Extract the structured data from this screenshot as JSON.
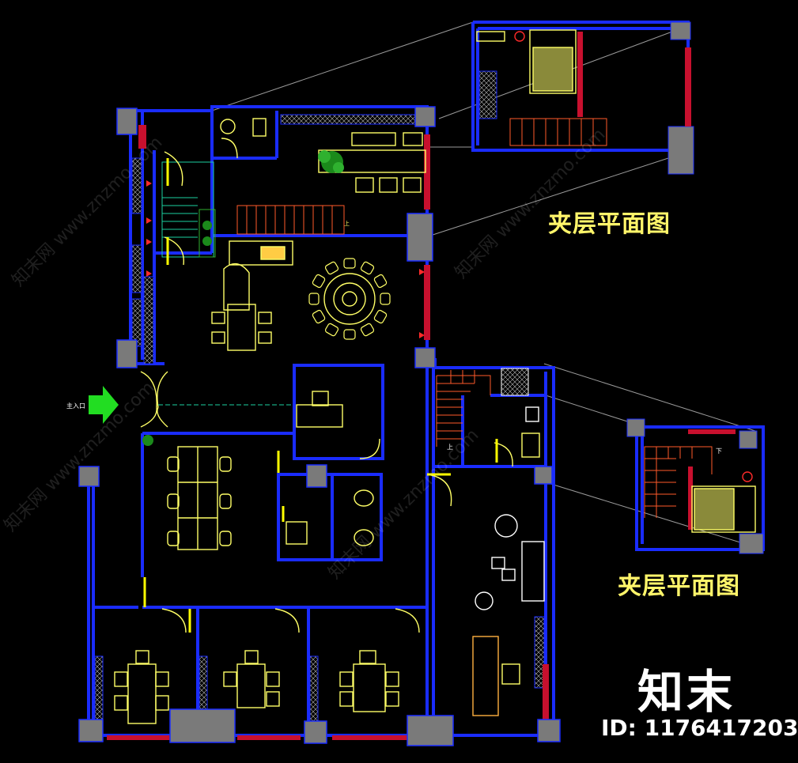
{
  "labels": {
    "mezzanine_top": "夹层平面图",
    "mezzanine_bottom": "夹层平面图",
    "watermark_logo": "知末",
    "watermark_id": "ID: 1176417203",
    "watermark_site": "知末网 www.znzmo.com",
    "entrance": "主入口",
    "stair_up": "上",
    "stair_down": "下"
  },
  "colors": {
    "background": "#000000",
    "wall": "#1a2cff",
    "furniture": "#ffff66",
    "accent_red": "#ff2a2a",
    "stair": "#ff5a2a",
    "column": "#808080",
    "entrance_arrow": "#22dd22",
    "plant": "#1b8a1b",
    "label_text": "#fff56a"
  }
}
